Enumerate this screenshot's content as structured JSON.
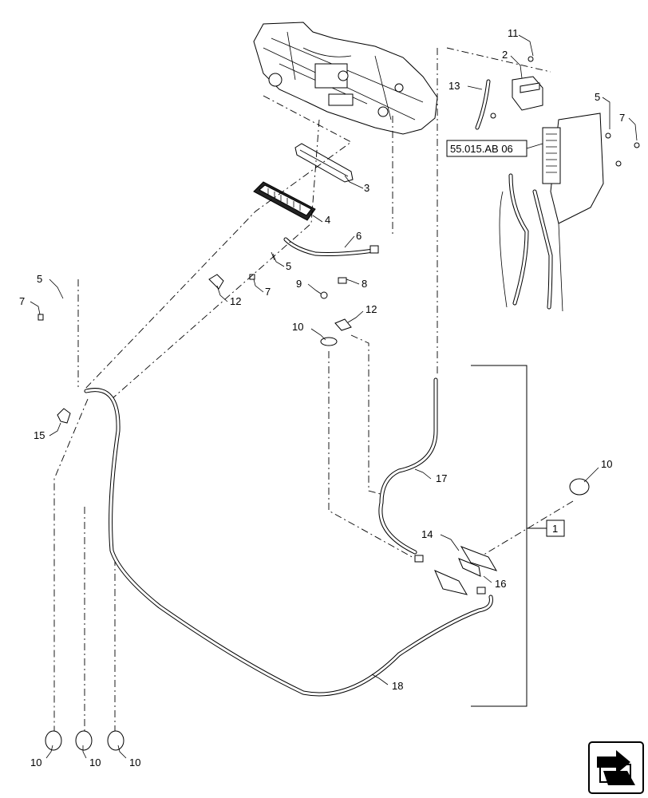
{
  "callouts": {
    "c1": "1",
    "c2": "2",
    "c3": "3",
    "c4": "4",
    "c5a": "5",
    "c5b": "5",
    "c5c": "5",
    "c6": "6",
    "c7a": "7",
    "c7b": "7",
    "c7c": "7",
    "c8": "8",
    "c9": "9",
    "c10a": "10",
    "c10b": "10",
    "c10c": "10",
    "c10d": "10",
    "c10e": "10",
    "c11": "11",
    "c12a": "12",
    "c12b": "12",
    "c13": "13",
    "c14": "14",
    "c15": "15",
    "c16": "16",
    "c17": "17",
    "c18": "18"
  },
  "reference_label": "55.015.AB 06",
  "icons": {
    "nav": "folder-arrow-icon"
  }
}
